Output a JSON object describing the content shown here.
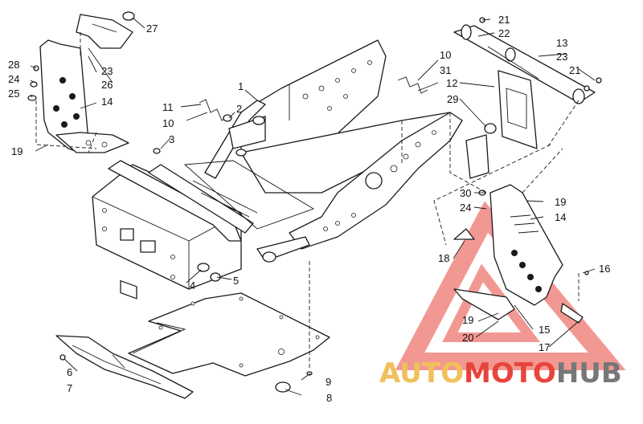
{
  "callouts": {
    "c1": "1",
    "c2": "2",
    "c3": "3",
    "c4": "4",
    "c5": "5",
    "c6": "6",
    "c7": "7",
    "c8": "8",
    "c9": "9",
    "c10a": "10",
    "c10b": "10",
    "c11": "11",
    "c12": "12",
    "c13": "13",
    "c14a": "14",
    "c14b": "14",
    "c15": "15",
    "c16": "16",
    "c17": "17",
    "c18": "18",
    "c19a": "19",
    "c19b": "19",
    "c19c": "19",
    "c20": "20",
    "c21a": "21",
    "c21b": "21",
    "c22": "22",
    "c23a": "23",
    "c23b": "23",
    "c24a": "24",
    "c24b": "24",
    "c25": "25",
    "c26": "26",
    "c27": "27",
    "c28": "28",
    "c29": "29",
    "c30": "30",
    "c31": "31"
  },
  "watermark": {
    "part1": "AUTO",
    "part2": "MOTO",
    "part3": "HUB",
    "colors": {
      "gold": "#f0c05a",
      "red": "#e8443c",
      "gray": "#777777"
    }
  }
}
